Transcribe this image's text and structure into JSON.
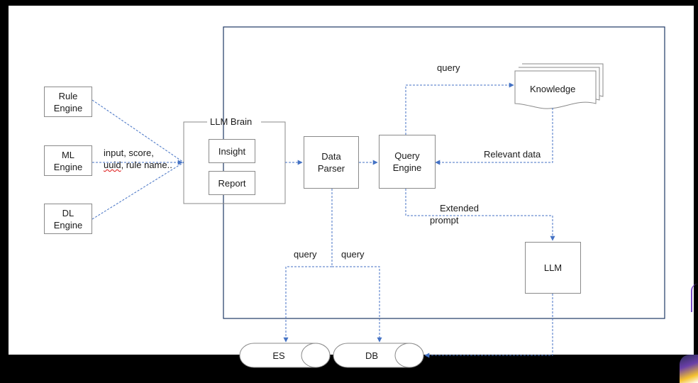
{
  "nodes": {
    "rule_engine": "Rule\nEngine",
    "ml_engine": "ML\nEngine",
    "dl_engine": "DL\nEngine",
    "llm_brain_title": "LLM Brain",
    "insight": "Insight",
    "report": "Report",
    "data_parser": "Data\nParser",
    "query_engine": "Query\nEngine",
    "knowledge": "Knowledge",
    "llm": "LLM",
    "es": "ES",
    "db": "DB"
  },
  "edge_labels": {
    "input_line1": "input, score,",
    "input_line2_a": "uuid",
    "input_line2_b": ", rule name..",
    "query_top": "query",
    "relevant_data": "Relevant data",
    "extended_prompt_line1": "Extended",
    "extended_prompt_line2": "prompt",
    "query_es": "query",
    "query_db": "query"
  },
  "colors": {
    "background": "#000000",
    "slide": "#ffffff",
    "box_border": "#8a8a8a",
    "container_border": "#1f3864",
    "connector": "#4472c4"
  }
}
